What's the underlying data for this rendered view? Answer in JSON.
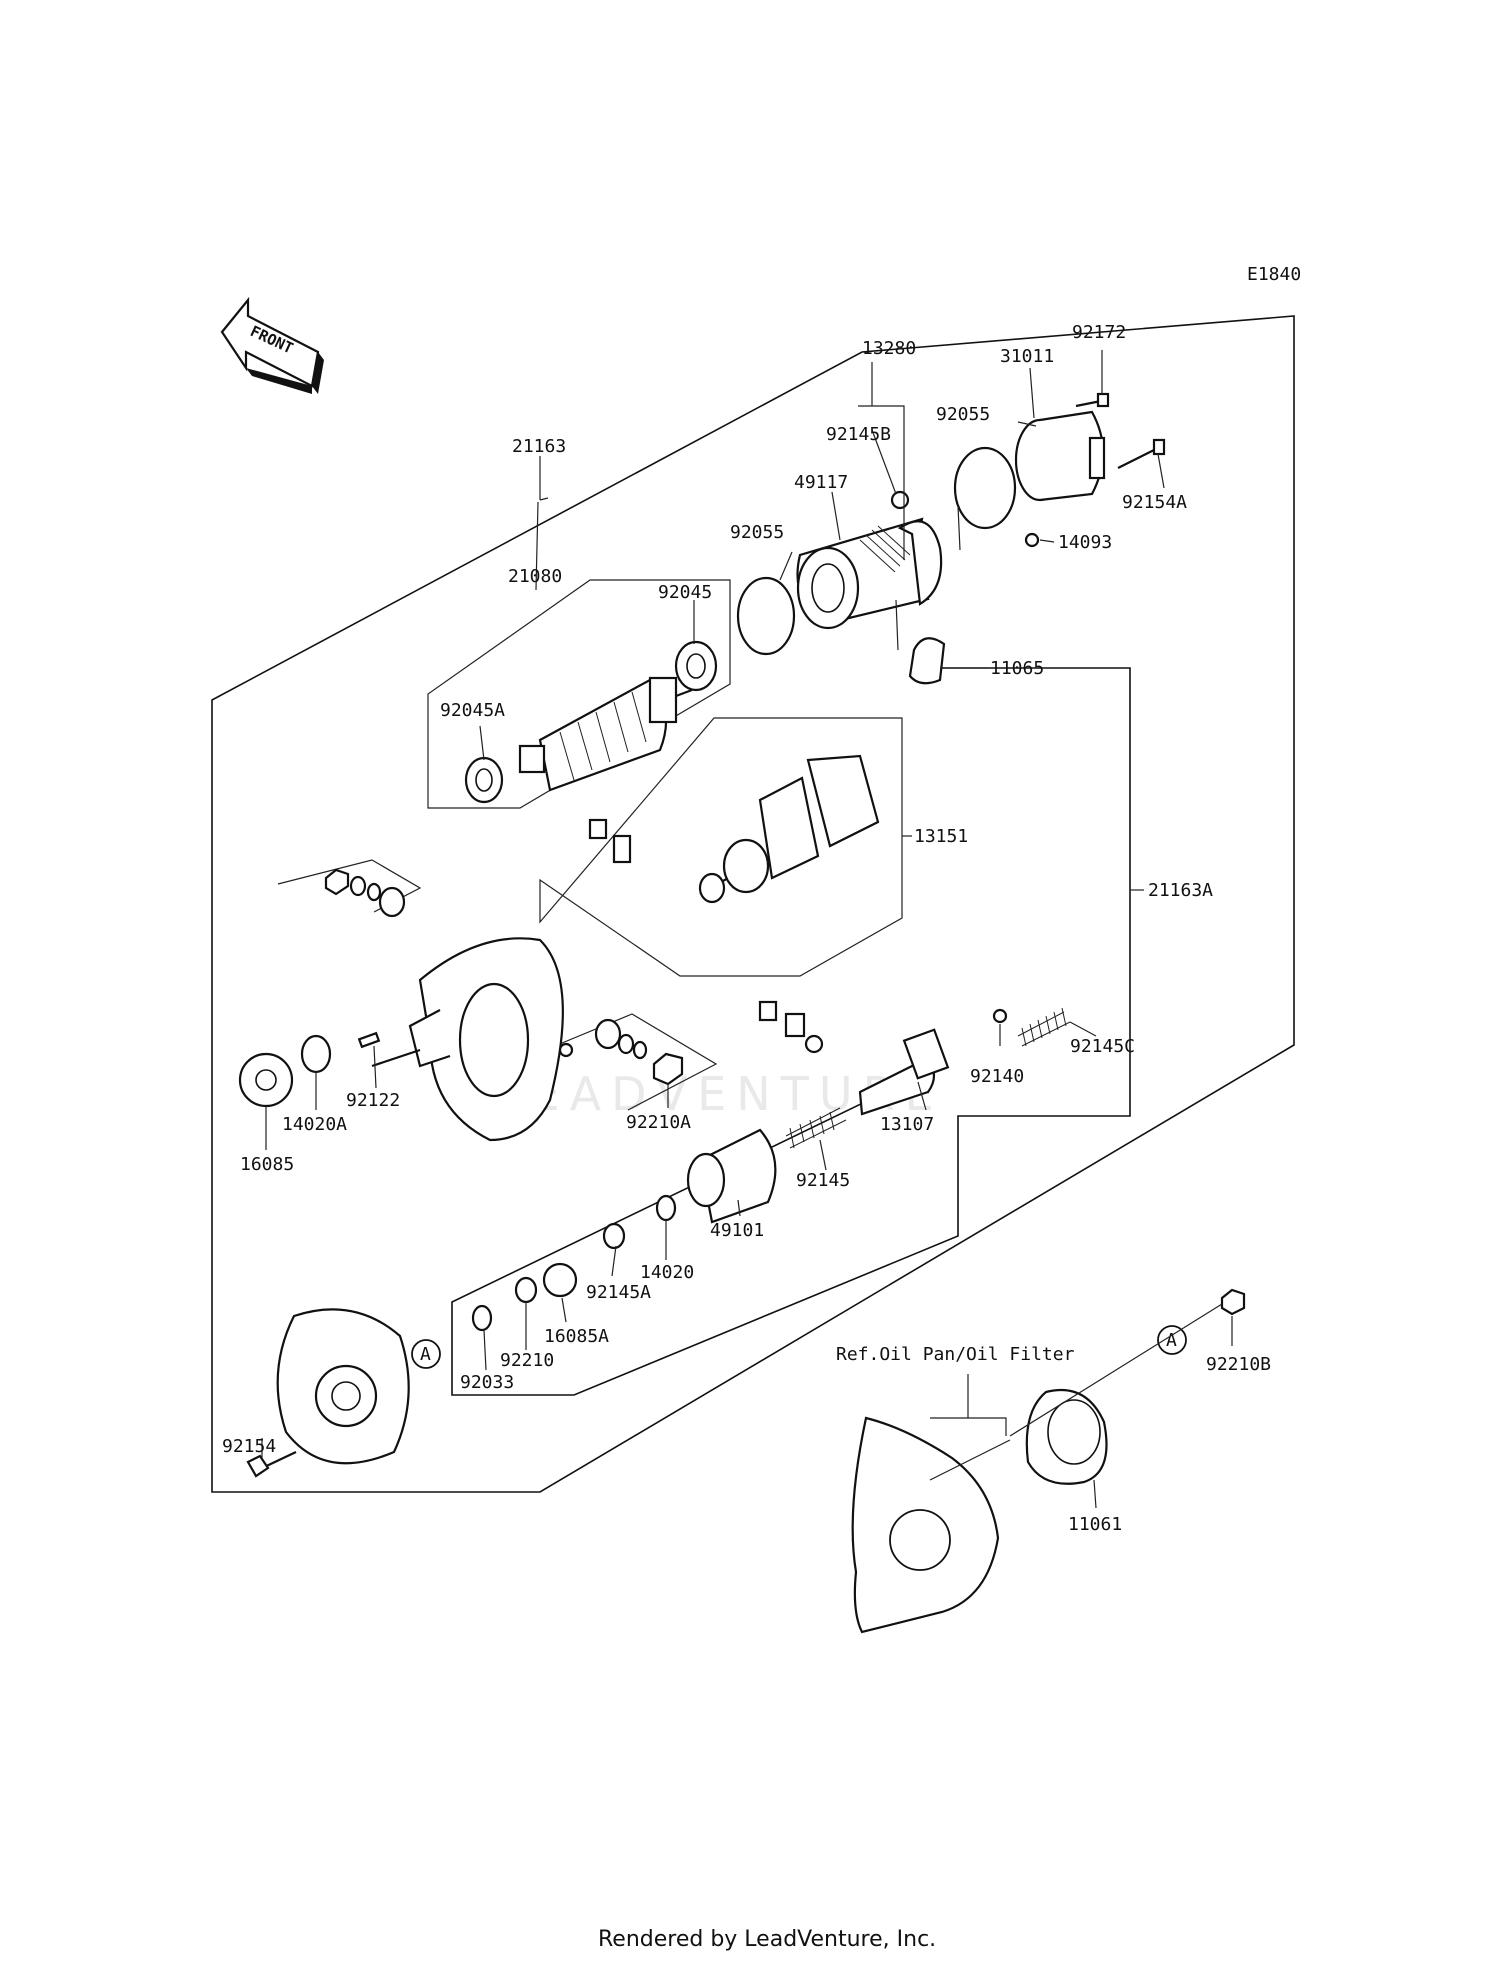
{
  "diagram": {
    "code": "E1840",
    "front_label": "FRONT",
    "ref_label": "Ref.Oil Pan/Oil Filter",
    "callout_letter": "A",
    "watermark": "LEADVENTURE",
    "footer": "Rendered by LeadVenture, Inc.",
    "parts": {
      "p21163": "21163",
      "p21163A": "21163A",
      "p21080": "21080",
      "p13280": "13280",
      "p92172": "92172",
      "p31011": "31011",
      "p92055_top": "92055",
      "p92055_left": "92055",
      "p92145B": "92145B",
      "p49117": "49117",
      "p92154A": "92154A",
      "p14093": "14093",
      "p92045": "92045",
      "p92045A": "92045A",
      "p11065": "11065",
      "p13151": "13151",
      "p92145C": "92145C",
      "p92140": "92140",
      "p13107": "13107",
      "p92145": "92145",
      "p49101": "49101",
      "p14020": "14020",
      "p92145A": "92145A",
      "p16085A": "16085A",
      "p92210": "92210",
      "p92033": "92033",
      "p92122": "92122",
      "p14020A": "14020A",
      "p16085": "16085",
      "p92210A": "92210A",
      "p92154": "92154",
      "p92210B": "92210B",
      "p11061": "11061"
    }
  }
}
